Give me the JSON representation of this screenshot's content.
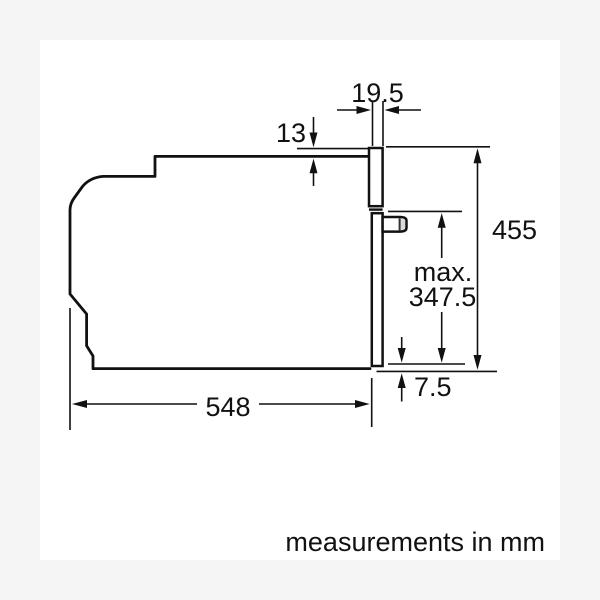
{
  "diagram": {
    "caption": "measurements in mm",
    "labels": {
      "panel_depth": "19.5",
      "top_clearance": "13",
      "appliance_height": "455",
      "max_prefix": "max.",
      "max_value": "347.5",
      "bottom_overlap": "7.5",
      "body_depth": "548"
    },
    "colors": {
      "page_background": "#f5f5f6",
      "canvas": "#ffffff",
      "line": "#111111",
      "knob_cap": "#d9d9d9"
    }
  }
}
